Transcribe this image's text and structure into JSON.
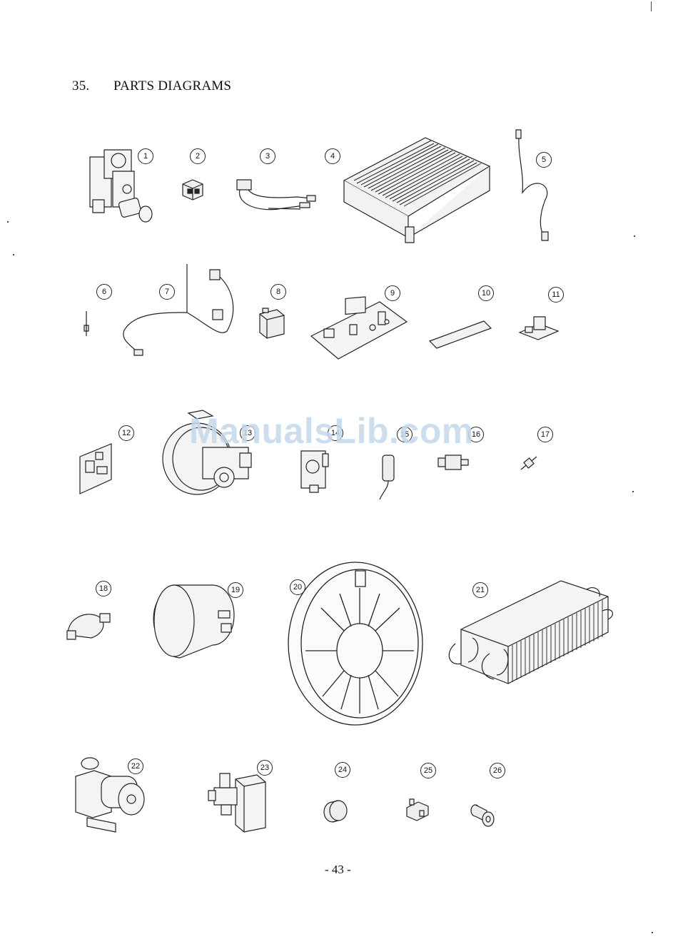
{
  "section": {
    "number": "35.",
    "title": "PARTS DIAGRAMS"
  },
  "page_number": "- 43 -",
  "watermark": "ManualsLib.com",
  "callouts": [
    "1",
    "2",
    "3",
    "4",
    "5",
    "6",
    "7",
    "8",
    "9",
    "10",
    "11",
    "12",
    "13",
    "14",
    "15",
    "16",
    "17",
    "18",
    "19",
    "20",
    "21",
    "22",
    "23",
    "24",
    "25",
    "26"
  ],
  "parts": [
    {
      "label": "1",
      "icon": "gas-valve-icon"
    },
    {
      "label": "2",
      "icon": "ignition-transformer-icon"
    },
    {
      "label": "3",
      "icon": "wiring-harness-icon"
    },
    {
      "label": "4",
      "icon": "burner-assembly-icon"
    },
    {
      "label": "5",
      "icon": "sensor-lead-icon"
    },
    {
      "label": "6",
      "icon": "electrode-icon"
    },
    {
      "label": "7",
      "icon": "thermocouple-icon"
    },
    {
      "label": "8",
      "icon": "relay-icon"
    },
    {
      "label": "9",
      "icon": "main-pcb-icon"
    },
    {
      "label": "10",
      "icon": "pcb-strip-icon"
    },
    {
      "label": "11",
      "icon": "switch-bracket-icon"
    },
    {
      "label": "12",
      "icon": "control-board-icon"
    },
    {
      "label": "13",
      "icon": "fan-assembly-icon"
    },
    {
      "label": "14",
      "icon": "pressure-switch-icon"
    },
    {
      "label": "15",
      "icon": "flow-sensor-icon"
    },
    {
      "label": "16",
      "icon": "thermistor-icon"
    },
    {
      "label": "17",
      "icon": "small-valve-icon"
    },
    {
      "label": "18",
      "icon": "safety-valve-icon"
    },
    {
      "label": "19",
      "icon": "expansion-vessel-icon"
    },
    {
      "label": "20",
      "icon": "expansion-tank-icon"
    },
    {
      "label": "21",
      "icon": "heat-exchanger-icon"
    },
    {
      "label": "22",
      "icon": "pump-icon"
    },
    {
      "label": "23",
      "icon": "diverter-valve-icon"
    },
    {
      "label": "24",
      "icon": "knob-icon"
    },
    {
      "label": "25",
      "icon": "micro-switch-icon"
    },
    {
      "label": "26",
      "icon": "fitting-icon"
    }
  ]
}
